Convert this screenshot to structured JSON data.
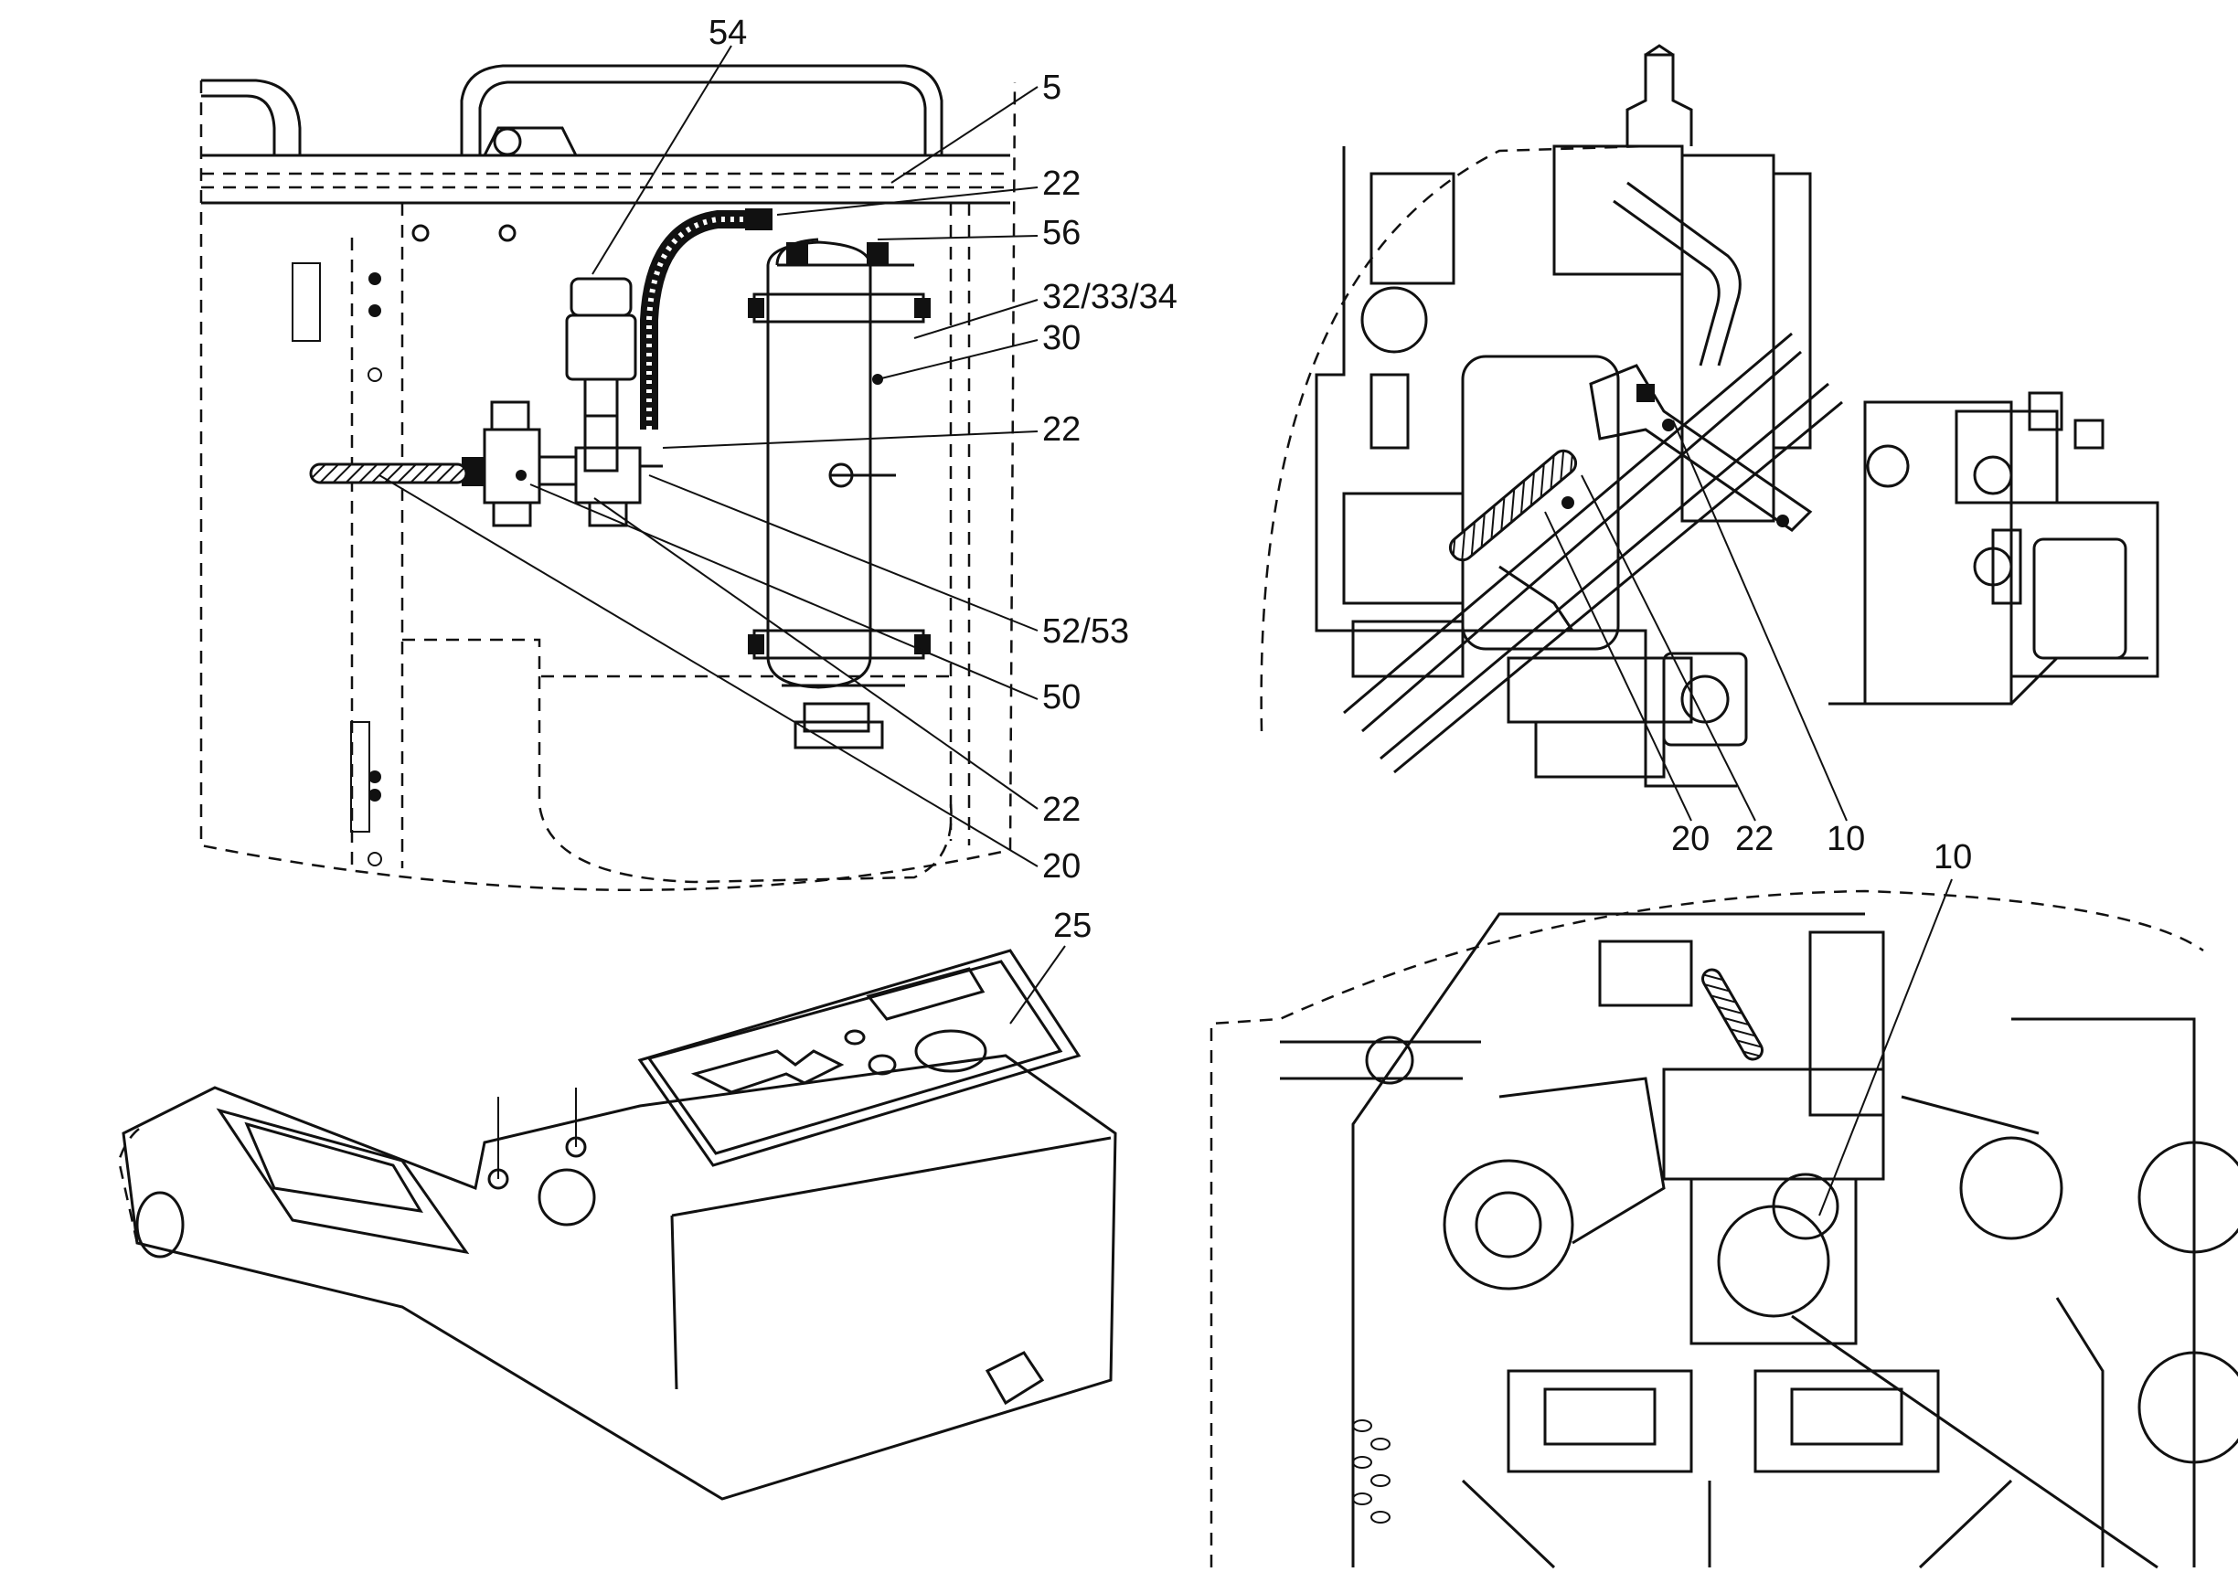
{
  "callouts": {
    "c54": "54",
    "c5": "5",
    "c22a": "22",
    "c56": "56",
    "c32": "32/33/34",
    "c30": "30",
    "c22b": "22",
    "c5253": "52/53",
    "c50": "50",
    "c22c": "22",
    "c20a": "20",
    "c20b": "20",
    "c22d": "22",
    "c10a": "10",
    "c10b": "10",
    "c25": "25"
  }
}
